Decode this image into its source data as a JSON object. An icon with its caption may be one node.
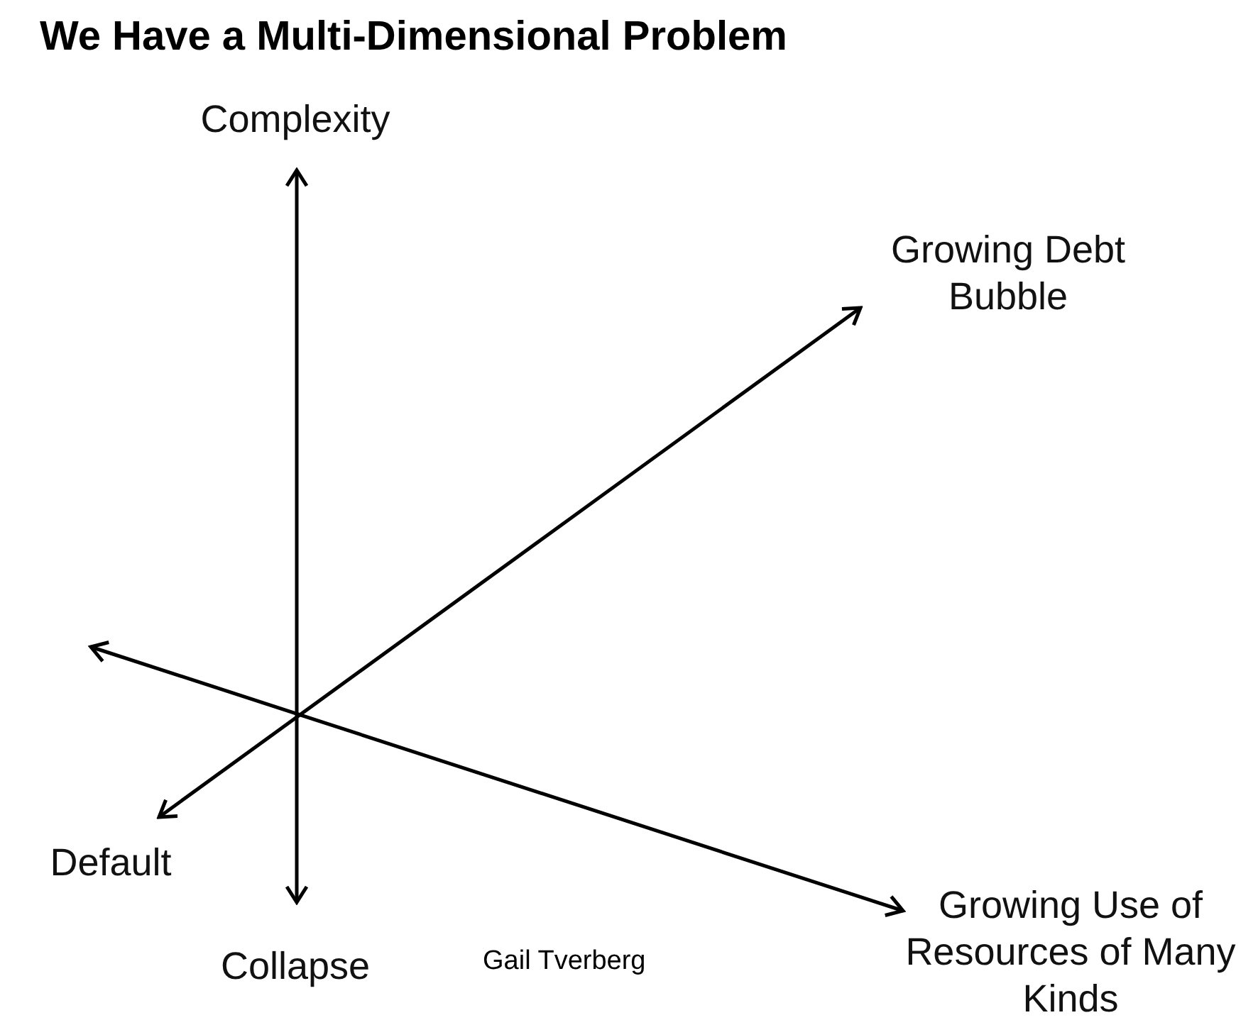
{
  "diagram": {
    "title": "We Have a Multi-Dimensional Problem",
    "nodes": [
      {
        "text": [
          "Complexity"
        ]
      },
      {
        "text": [
          "Collapse"
        ]
      },
      {
        "text": [
          "Growing Debt Bubble"
        ]
      },
      {
        "text": [
          "Default"
        ]
      },
      {
        "text": [
          "Growing Use of Resources of Many Kinds"
        ]
      }
    ],
    "edges": [
      {
        "from": 0,
        "to": 1,
        "arrow": "both"
      },
      {
        "from": 2,
        "to": 3,
        "arrow": "both"
      },
      {
        "from": null,
        "to": 4,
        "arrow": "both"
      }
    ],
    "labels": [
      "Gail Tverberg"
    ]
  }
}
